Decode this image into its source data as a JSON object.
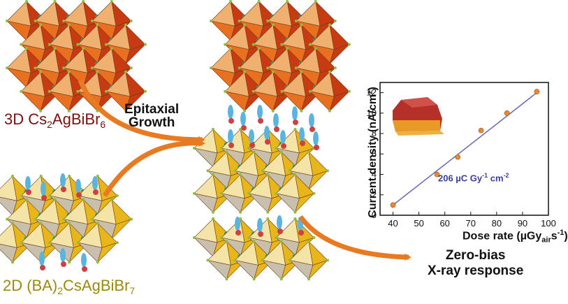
{
  "labels": {
    "material_3d": "3D Cs",
    "material_3d_sub1": "2",
    "material_3d_mid": "AgBiBr",
    "material_3d_sub2": "6",
    "material_2d_pre": "2D (BA)",
    "material_2d_sub1": "2",
    "material_2d_mid": "CsAgBiBr",
    "material_2d_sub2": "7",
    "epitaxial_line1": "Epitaxial",
    "epitaxial_line2": "Growth",
    "response_line1": "Zero-bias",
    "response_line2": "X-ray response"
  },
  "colors": {
    "octa_3d_dark": "#c83a12",
    "octa_3d_mid": "#e8701e",
    "octa_3d_light": "#f0b070",
    "octa_2d_yellow": "#e8b618",
    "octa_2d_light": "#f4e4a8",
    "octa_2d_grey": "#c8c0ac",
    "cs_atom": "#1aa57a",
    "ba_blue": "#5ab4e0",
    "ba_red": "#d04040",
    "arrow": "#e87a22",
    "fit_line": "#6a6ab0",
    "point": "#e88a30"
  },
  "chart_data": {
    "type": "scatter",
    "xlabel": "Dose rate (µGy",
    "xlabel_sub": "air",
    "xlabel_end": "s",
    "xlabel_sup": "-1",
    "xlabel_close": ")",
    "ylabel": "Current density (nA/cm²)",
    "xlim": [
      35,
      100
    ],
    "ylim": [
      0,
      13
    ],
    "xticks": [
      40,
      50,
      60,
      70,
      80,
      90,
      100
    ],
    "yticks": [
      0,
      2,
      4,
      6,
      8,
      10,
      12
    ],
    "points": [
      {
        "x": 40,
        "y": 1.0
      },
      {
        "x": 57,
        "y": 4.0
      },
      {
        "x": 65,
        "y": 5.7
      },
      {
        "x": 74,
        "y": 8.3
      },
      {
        "x": 84,
        "y": 10.0
      },
      {
        "x": 95.5,
        "y": 12.1
      }
    ],
    "fit": {
      "x0": 40,
      "y0": 1.0,
      "x1": 96,
      "y1": 12.1
    },
    "annotation": "206 µC Gy",
    "annotation_sup1": "-1",
    "annotation_mid": " cm",
    "annotation_sup2": "-2"
  }
}
